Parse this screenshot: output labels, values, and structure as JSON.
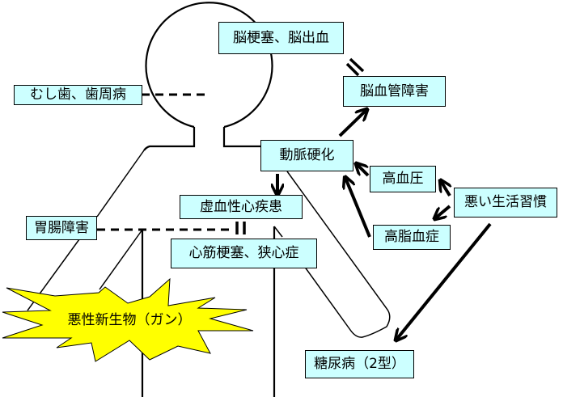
{
  "diagram": {
    "nodes": {
      "stroke_hemorrhage": "脳梗塞、脳出血",
      "cerebrovascular": "脳血管障害",
      "dental": "むし歯、歯周病",
      "arteriosclerosis": "動脈硬化",
      "hypertension": "高血圧",
      "bad_lifestyle": "悪い生活習慣",
      "hyperlipidemia": "高脂血症",
      "ischemic_heart": "虚血性心疾患",
      "gastrointestinal": "胃腸障害",
      "mi_angina": "心筋梗塞、狭心症",
      "cancer": "悪性新生物（ガン）",
      "diabetes": "糖尿病（2型）"
    },
    "colors": {
      "box_fill": "#ccffff",
      "burst_fill": "#ffff00",
      "line": "#000000"
    },
    "edges": [
      {
        "from": "bad_lifestyle",
        "to": "hypertension",
        "type": "arrow"
      },
      {
        "from": "bad_lifestyle",
        "to": "hyperlipidemia",
        "type": "arrow"
      },
      {
        "from": "bad_lifestyle",
        "to": "diabetes",
        "type": "arrow"
      },
      {
        "from": "hypertension",
        "to": "arteriosclerosis",
        "type": "arrow"
      },
      {
        "from": "hyperlipidemia",
        "to": "arteriosclerosis",
        "type": "arrow"
      },
      {
        "from": "arteriosclerosis",
        "to": "cerebrovascular",
        "type": "arrow"
      },
      {
        "from": "arteriosclerosis",
        "to": "ischemic_heart",
        "type": "arrow"
      },
      {
        "from": "stroke_hemorrhage",
        "to": "cerebrovascular",
        "type": "equals"
      },
      {
        "from": "ischemic_heart",
        "to": "mi_angina",
        "type": "equals"
      }
    ]
  }
}
